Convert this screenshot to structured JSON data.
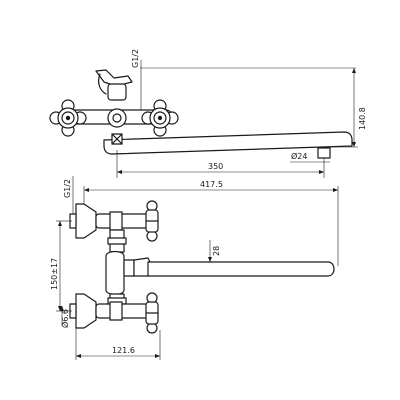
{
  "dimensions": {
    "thread_front": "G1/2",
    "height_total": "140.8",
    "spout_reach": "350",
    "spout_diameter": "Ø24",
    "overall_length": "417.5",
    "thread_side": "G1/2",
    "spout_height": "28",
    "connection_spacing": "150±17",
    "eccentric_diameter": "Ø6.6",
    "wall_projection": "121.6"
  }
}
